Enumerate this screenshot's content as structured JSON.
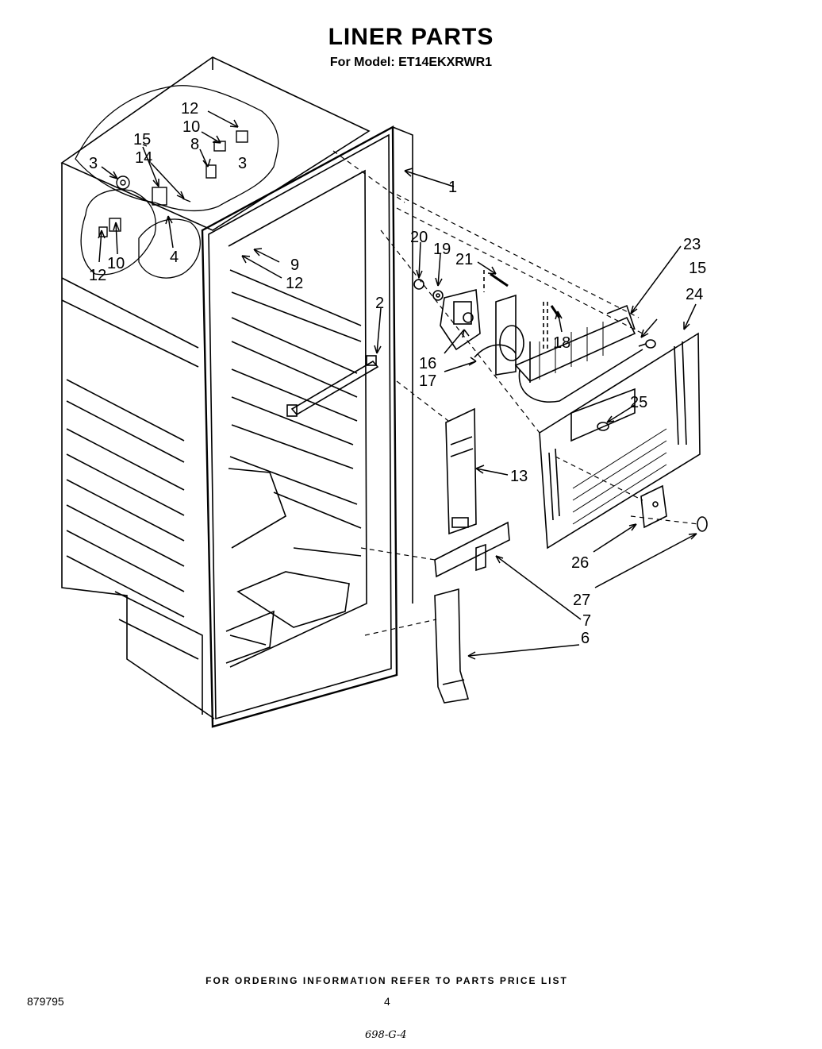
{
  "header": {
    "title": "LINER PARTS",
    "model_line": "For Model: ET14EKXRWR1"
  },
  "callouts": {
    "c1": "1",
    "c2": "2",
    "c3a": "3",
    "c3b": "3",
    "c4": "4",
    "c6": "6",
    "c7": "7",
    "c8": "8",
    "c9": "9",
    "c10a": "10",
    "c10b": "10",
    "c12a": "12",
    "c12b": "12",
    "c12c": "12",
    "c13": "13",
    "c14": "14",
    "c15a": "15",
    "c15b": "15",
    "c16": "16",
    "c17": "17",
    "c18": "18",
    "c19": "19",
    "c20": "20",
    "c21": "21",
    "c23": "23",
    "c24": "24",
    "c25": "25",
    "c26": "26",
    "c27": "27"
  },
  "footer": {
    "ordering_note": "FOR ORDERING INFORMATION REFER TO PARTS PRICE LIST",
    "doc_number": "879795",
    "page_number": "4",
    "handwritten_note": "698-G-4"
  }
}
